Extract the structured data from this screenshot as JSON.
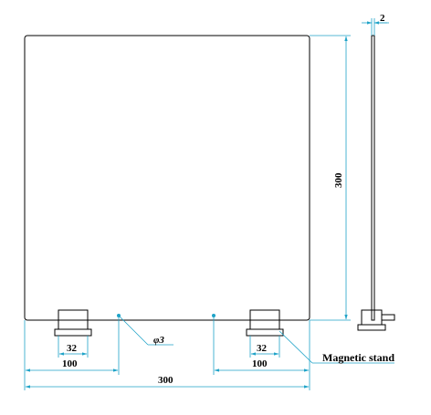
{
  "dimensions": {
    "thickness": "2",
    "height": "300",
    "width_total": "300",
    "left_offset": "100",
    "right_offset": "100",
    "stand_left": "32",
    "stand_right": "32",
    "hole_diameter": "φ3"
  },
  "labels": {
    "magnetic_stand": "Magnetic stand"
  },
  "colors": {
    "outline": "#000000",
    "dimension": "#1fa3c8"
  }
}
